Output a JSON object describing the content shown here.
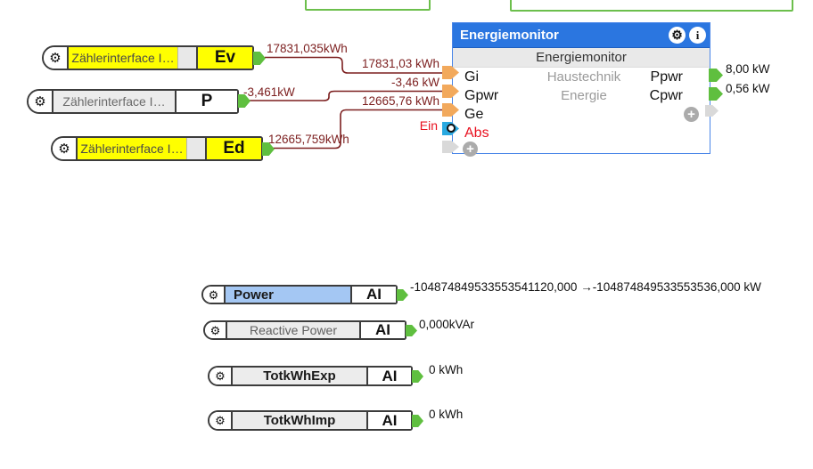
{
  "icons": {
    "gear": "⚙",
    "info": "i",
    "plus": "+"
  },
  "colors": {
    "yellow": "#ffff00",
    "header_blue": "#2b76e0",
    "connector_green": "#5fbf3f",
    "connector_orange": "#f2a95c",
    "connector_cyan": "#29a9e0",
    "wire_maroon": "#7c1f1f",
    "power_label_blue": "#a4c7f3",
    "alarm_red": "#e8101f",
    "top_box_green": "#6cbf4c"
  },
  "meter_blocks": [
    {
      "label": "Zählerinterface I…",
      "port": "Ev",
      "value": "17831,035kWh"
    },
    {
      "label": "Zählerinterface I…",
      "port": "P",
      "value": "-3,461kW"
    },
    {
      "label": "Zählerinterface I…",
      "port": "Ed",
      "value": "12665,759kWh"
    }
  ],
  "energiemonitor": {
    "title": "Energiemonitor",
    "subtitle": "Energiemonitor",
    "meta_line1": "Haustechnik",
    "meta_line2": "Energie",
    "inputs": [
      {
        "name": "Gi",
        "wire_value": "17831,03 kWh"
      },
      {
        "name": "Gpwr",
        "wire_value": "-3,46 kW"
      },
      {
        "name": "Ge",
        "wire_value": "12665,76 kWh"
      },
      {
        "name": "Abs",
        "wire_value": "Ein"
      }
    ],
    "outputs": [
      {
        "name": "Ppwr",
        "value": "8,00 kW"
      },
      {
        "name": "Cpwr",
        "value": "0,56 kW"
      }
    ]
  },
  "ai_blocks": [
    {
      "label": "Power",
      "port": "AI",
      "value": "-104874849533553541120,000 →-104874849533553536,000 kW"
    },
    {
      "label": "Reactive Power",
      "port": "AI",
      "value": "0,000kVAr"
    },
    {
      "label": "TotkWhExp",
      "port": "AI",
      "value": "0 kWh"
    },
    {
      "label": "TotkWhImp",
      "port": "AI",
      "value": "0 kWh"
    }
  ]
}
